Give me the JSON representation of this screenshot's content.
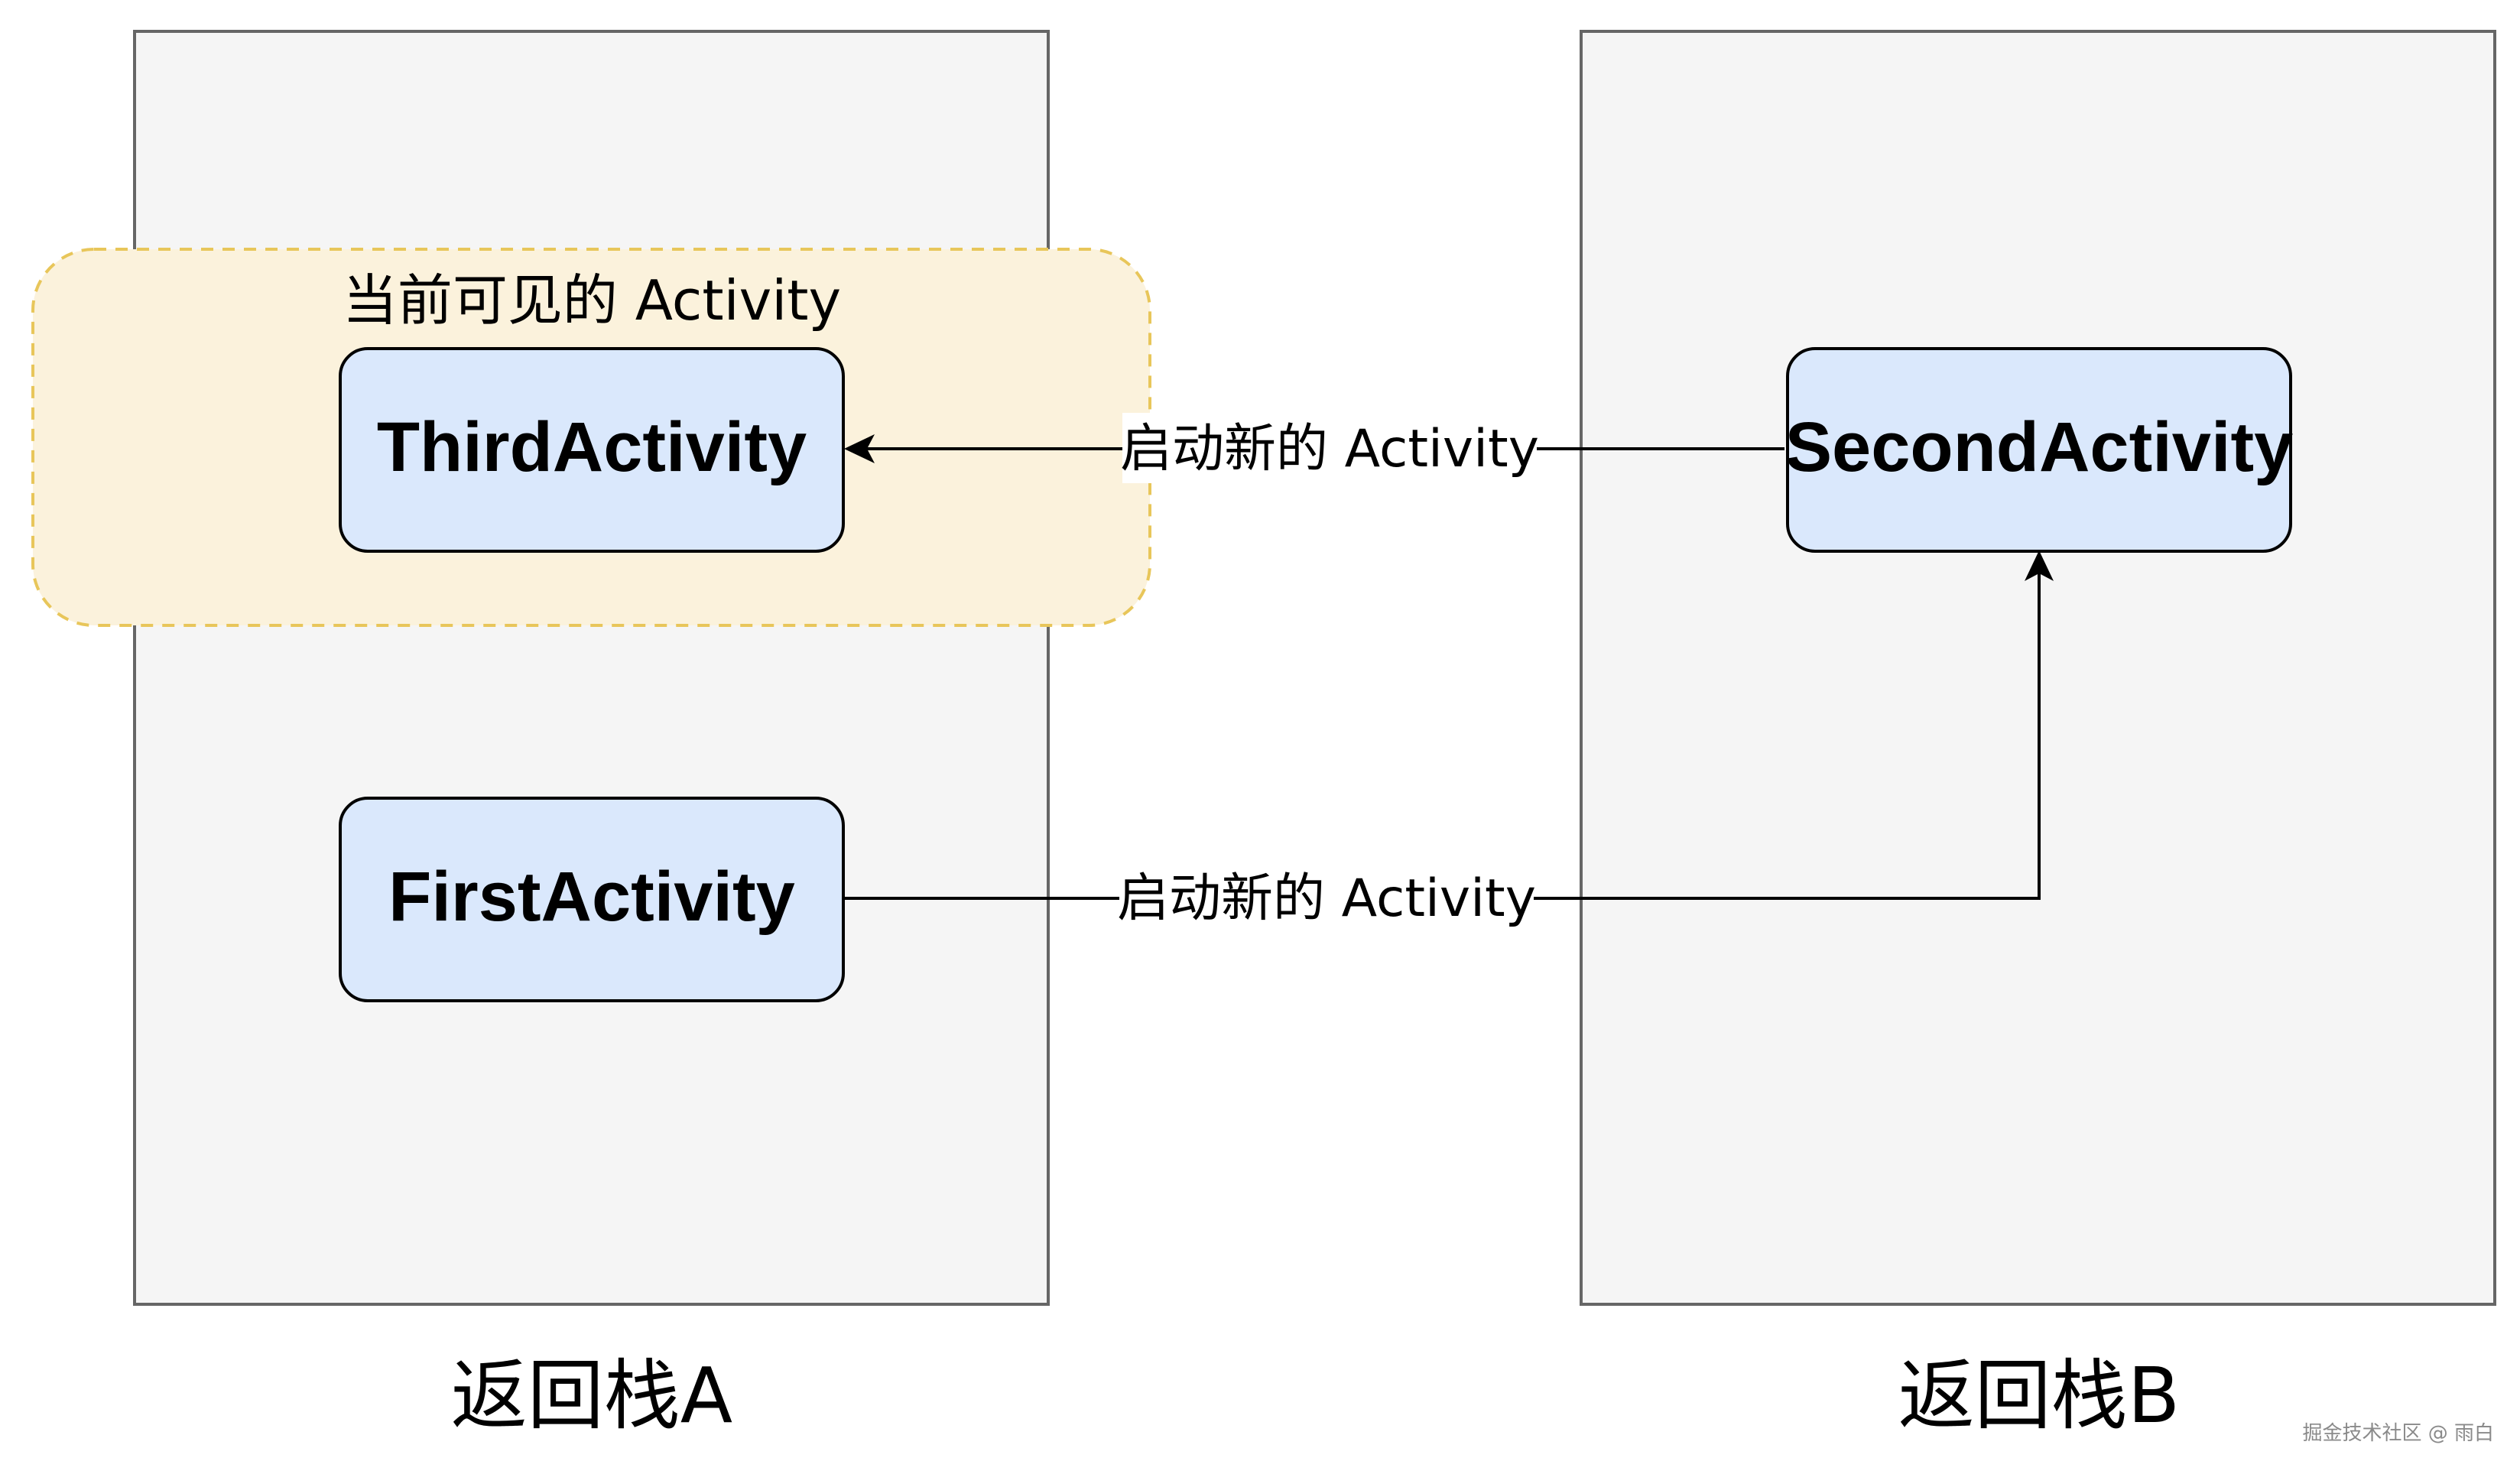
{
  "highlight": {
    "label": "当前可见的 Activity"
  },
  "nodes": {
    "third": "ThirdActivity",
    "first": "FirstActivity",
    "second": "SecondActivity"
  },
  "edges": {
    "second_to_third": "启动新的 Activity",
    "first_to_second": "启动新的 Activity"
  },
  "stacks": {
    "a": "返回栈A",
    "b": "返回栈B"
  },
  "watermark": "掘金技术社区 @ 雨白",
  "colors": {
    "stack_fill": "#f5f5f5",
    "stack_stroke": "#666666",
    "highlight_fill": "#fbf2dc",
    "highlight_stroke": "#e8c65a",
    "node_fill": "#dae8fc",
    "node_stroke": "#000000"
  }
}
